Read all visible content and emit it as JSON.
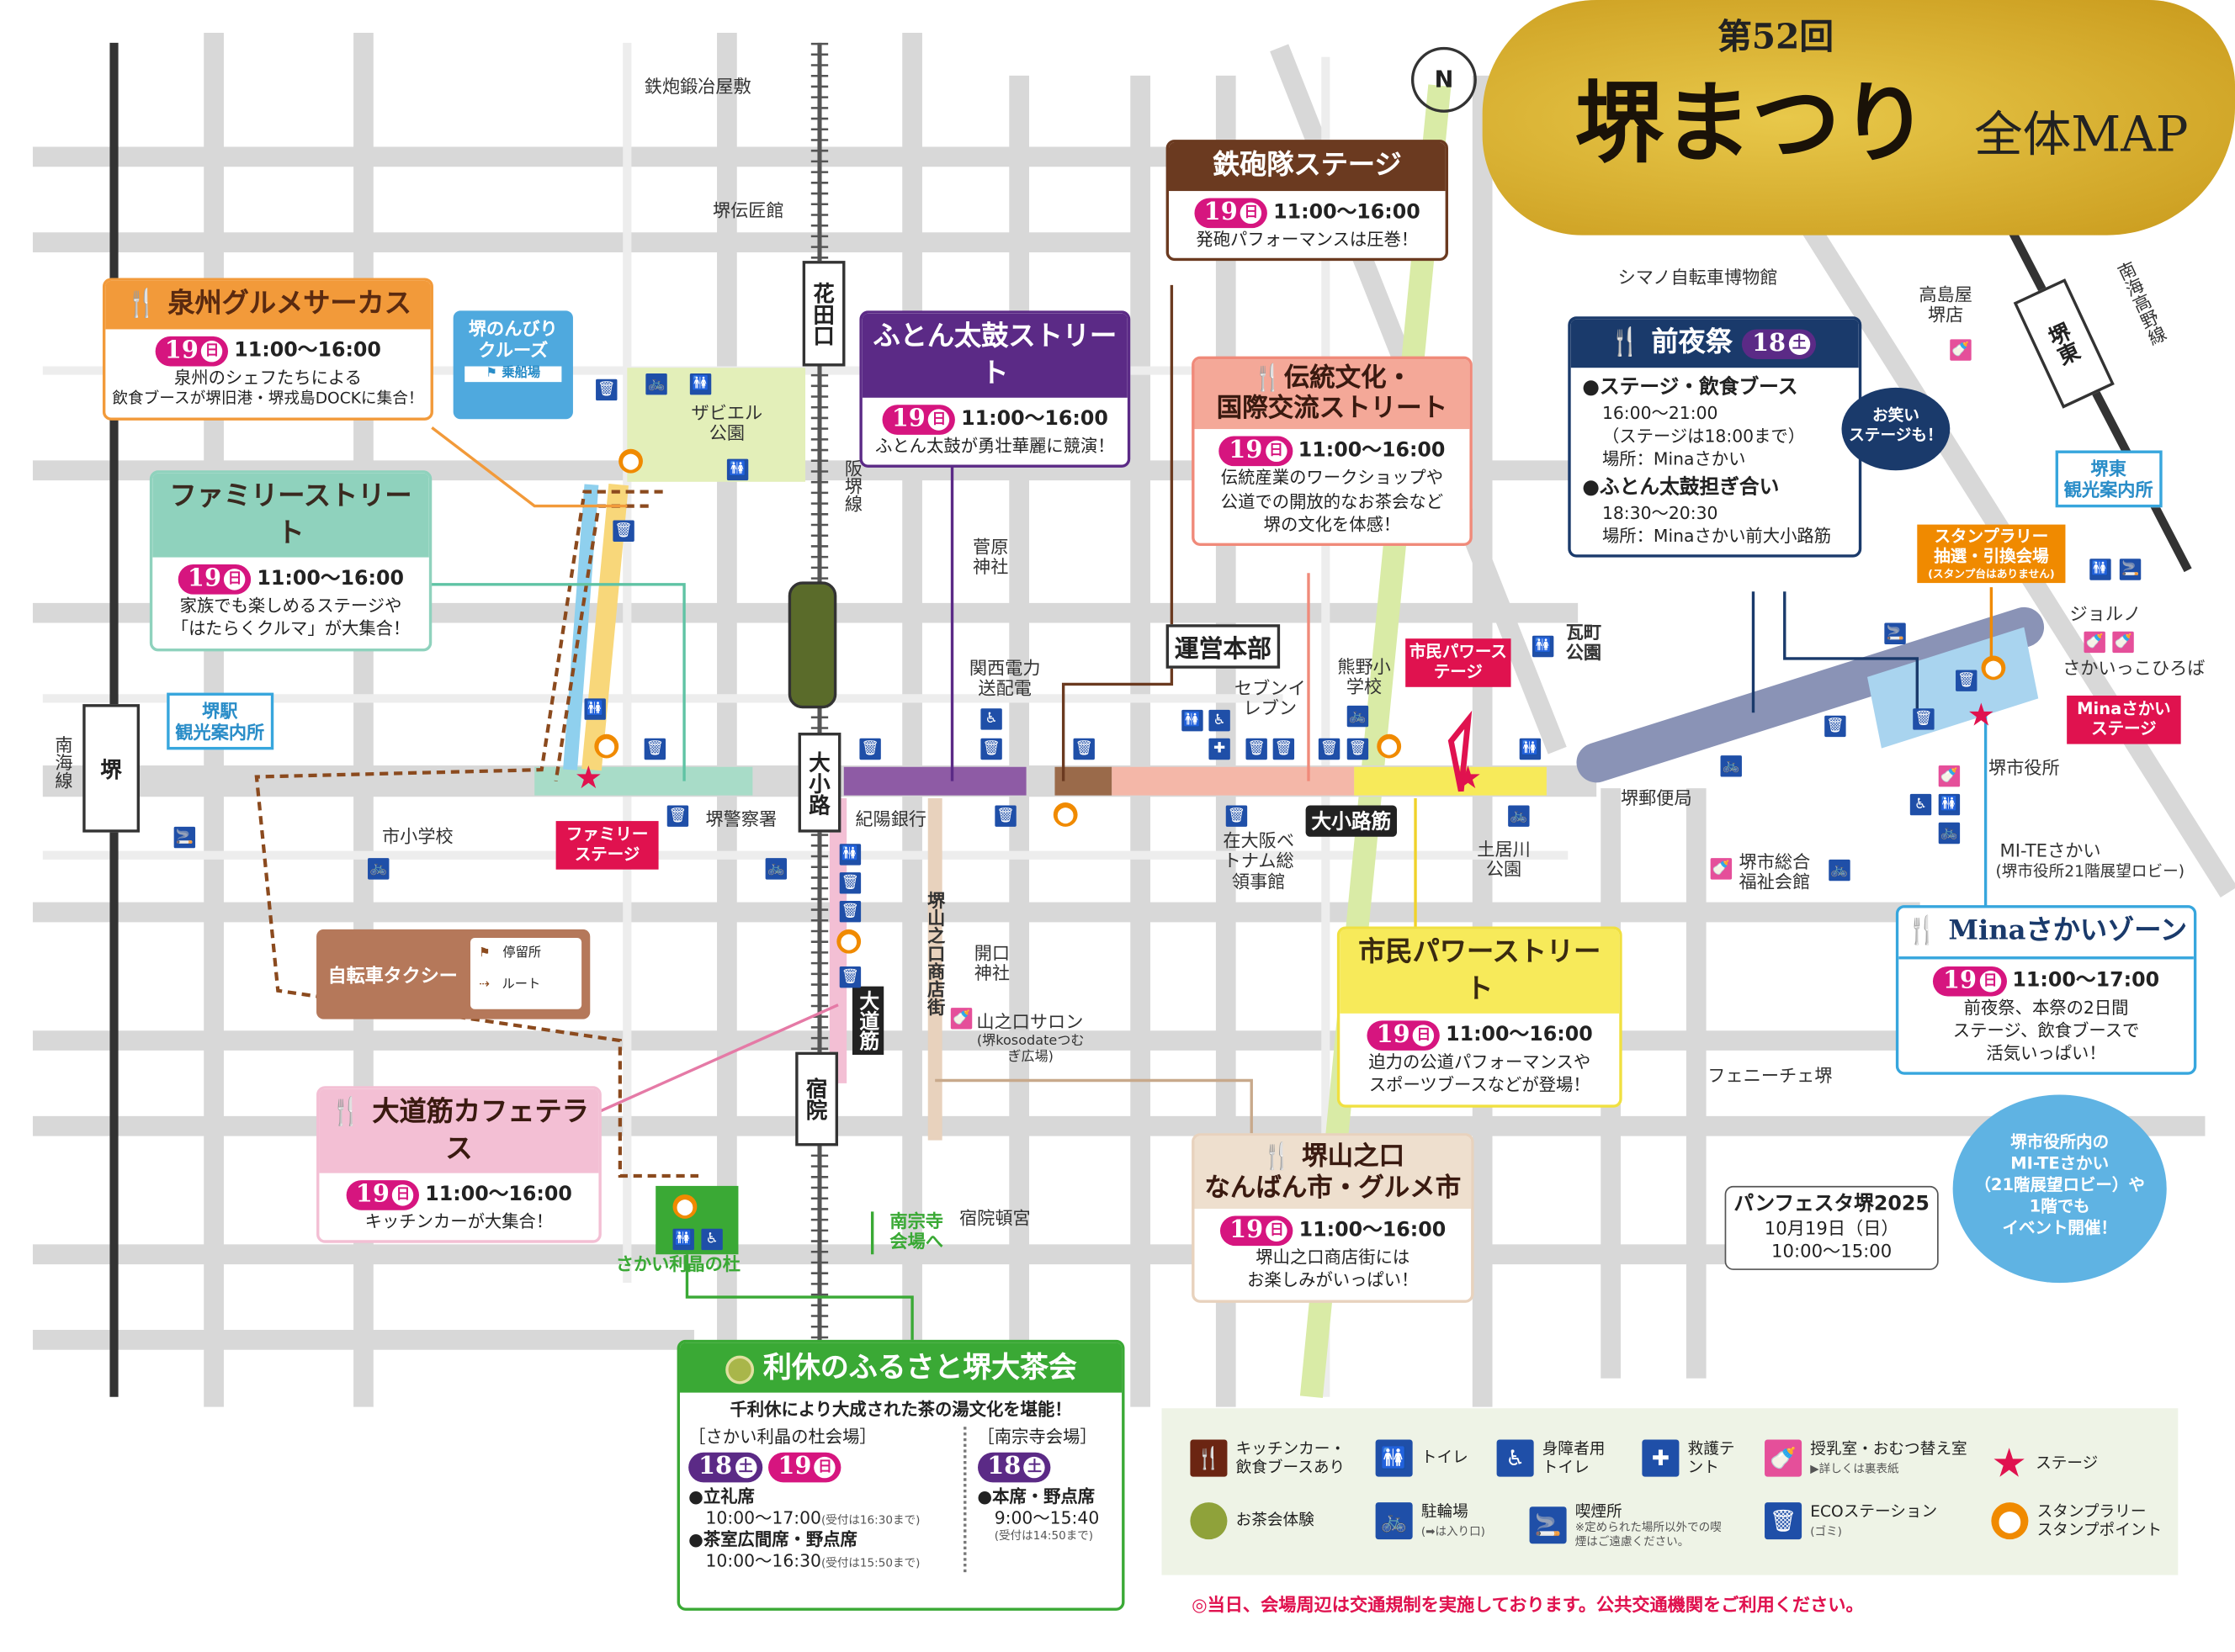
{
  "title": {
    "edition": "第52回",
    "main": "堺まつり",
    "sub": "全体MAP"
  },
  "compass": {
    "label": "N"
  },
  "events": {
    "teppo": {
      "title": "鉄砲隊ステージ",
      "date": "19",
      "day": "日",
      "time": "11:00〜16:00",
      "desc": "発砲パフォーマンスは圧巻！"
    },
    "senshu": {
      "title": "泉州グルメサーカス",
      "date": "19",
      "day": "日",
      "time": "11:00〜16:00",
      "desc1": "泉州のシェフたちによる",
      "desc2": "飲食ブースが堺旧港・堺戎島DOCKに集合！"
    },
    "cruise": {
      "title1": "堺のんびり",
      "title2": "クルーズ",
      "pier": "乗船場"
    },
    "family": {
      "title": "ファミリーストリート",
      "date": "19",
      "day": "日",
      "time": "11:00〜16:00",
      "desc1": "家族でも楽しめるステージや",
      "desc2": "「はたらくクルマ」が大集合！"
    },
    "futon": {
      "title": "ふとん太鼓ストリート",
      "date": "19",
      "day": "日",
      "time": "11:00〜16:00",
      "desc": "ふとん太鼓が勇壮華麗に競演！"
    },
    "dento": {
      "title1": "伝統文化・",
      "title2": "国際交流ストリート",
      "date": "19",
      "day": "日",
      "time": "11:00〜16:00",
      "desc1": "伝統産業のワークショップや",
      "desc2": "公道での開放的なお茶会など",
      "desc3": "堺の文化を体感！"
    },
    "zenya": {
      "title": "前夜祭",
      "date": "18",
      "day": "土",
      "item1": "●ステージ・飲食ブース",
      "time1": "16:00〜21:00",
      "note1": "（ステージは18:00まで）",
      "place1": "場所：Minaさかい",
      "item2": "●ふとん太鼓担ぎ合い",
      "time2": "18:30〜20:30",
      "place2": "場所：Minaさかい前大小路筋",
      "bubble1": "お笑い",
      "bubble2": "ステージも！"
    },
    "shimin": {
      "title": "市民パワーストリート",
      "date": "19",
      "day": "日",
      "time": "11:00〜16:00",
      "desc1": "迫力の公道パフォーマンスや",
      "desc2": "スポーツブースなどが登場！"
    },
    "mina": {
      "title": "Minaさかいゾーン",
      "date": "19",
      "day": "日",
      "time": "11:00〜17:00",
      "desc1": "前夜祭、本祭の2日間",
      "desc2": "ステージ、飲食ブースで",
      "desc3": "活気いっぱい！"
    },
    "mite_bubble": {
      "l1": "堺市役所内の",
      "l2": "MI-TEさかい",
      "l3": "（21階展望ロビー）や",
      "l4": "1階でも",
      "l5": "イベント開催！"
    },
    "daido": {
      "title": "大道筋カフェテラス",
      "date": "19",
      "day": "日",
      "time": "11:00〜16:00",
      "desc": "キッチンカーが大集合！"
    },
    "yamanokuchi": {
      "title1": "堺山之口",
      "title2": "なんばん市・グルメ市",
      "date": "19",
      "day": "日",
      "time": "11:00〜16:00",
      "desc1": "堺山之口商店街には",
      "desc2": "お楽しみがいっぱい！"
    },
    "panfesta": {
      "title": "パンフェスタ堺2025",
      "date": "10月19日（日）",
      "time": "10:00〜15:00"
    },
    "rikyu": {
      "title": "利休のふるさと堺大茶会",
      "desc": "千利休により大成された茶の湯文化を堪能！",
      "venue1": "［さかい利晶の杜会場］",
      "v1_date1": "18",
      "v1_day1": "土",
      "v1_date2": "19",
      "v1_day2": "日",
      "v1_item1": "●立礼席",
      "v1_time1": "10:00〜17:00",
      "v1_note1": "(受付は16:30まで)",
      "v1_item2": "●茶室広間席・野点席",
      "v1_time2": "10:00〜16:30",
      "v1_note2": "(受付は15:50まで)",
      "venue2": "［南宗寺会場］",
      "v2_date": "18",
      "v2_day": "土",
      "v2_item": "●本席・野点席",
      "v2_time": "9:00〜15:40",
      "v2_note": "(受付は14:50まで)"
    }
  },
  "stages": {
    "shimin": "市民パワーステージ",
    "mina": "Minaさかいステージ",
    "family": "ファミリーステージ"
  },
  "stamp_rally": {
    "l1": "スタンプラリー",
    "l2": "抽選・引換会場",
    "l3": "(スタンプ台はありません)"
  },
  "info": {
    "sakai": "堺駅観光案内所",
    "sakai_l1": "堺駅",
    "sakai_l2": "観光案内所",
    "higashi_l1": "堺東",
    "higashi_l2": "観光案内所"
  },
  "hq": "運営本部",
  "rickshaw": {
    "title": "自転車タクシー",
    "stop": "停留所",
    "route": "ルート"
  },
  "stations": {
    "sakai": "堺",
    "sakaihigashi": "堺東",
    "hanadaguchi": "花田口",
    "oshoji": "大小路",
    "shukuin": "宿院"
  },
  "lines": {
    "nankai": "南海線",
    "koya": "南海高野線",
    "hankai": "阪堺線"
  },
  "places": {
    "teppo_kaji": "鉄炮鍛冶屋敷",
    "denshokan": "堺伝匠館",
    "xavier": "ザビエル公園",
    "sugawara": "菅原神社",
    "kanden": "関西電力送配電",
    "seven": "セブンイレブン",
    "kumano": "熊野小学校",
    "kawaramachi": "瓦町公園",
    "kiyo": "紀陽銀行",
    "police": "堺警察署",
    "school": "市小学校",
    "vietnam": "在大阪ベトナム総領事館",
    "oshoji_suji": "大小路筋",
    "doigawa": "土居川公園",
    "post": "堺郵便局",
    "cityhall": "堺市役所",
    "mite": "MI-TEさかい",
    "mite_sub": "(堺市役所21階展望ロビー)",
    "fukushi": "堺市総合福祉会館",
    "giorno": "ジョルノ",
    "sakaikko": "さかいっこひろば",
    "takashimaya": "高島屋堺店",
    "shimano": "シマノ自転車博物館",
    "yamanokuchi_st": "堺山之口商店街",
    "aguchi": "開口神社",
    "salon": "山之口サロン",
    "salon_sub": "(堺kosodateつむぎ広場)",
    "daido_suji": "大道筋",
    "nanshuji": "南宗寺会場へ",
    "tongu": "宿院頓宮",
    "risho": "さかい利晶の杜",
    "fenice": "フェニーチェ堺"
  },
  "legend": [
    {
      "icon": "kitchen-icon",
      "label": "キッチンカー・飲食ブースあり"
    },
    {
      "icon": "toilet-icon",
      "label": "トイレ"
    },
    {
      "icon": "accessible-toilet-icon",
      "label": "身障者用トイレ"
    },
    {
      "icon": "first-aid-icon",
      "label": "救護テント"
    },
    {
      "icon": "nursing-room-icon",
      "label": "授乳室・おむつ替え室",
      "note": "▶詳しくは裏表紙"
    },
    {
      "icon": "stage-star-icon",
      "label": "ステージ"
    },
    {
      "icon": "tea-ceremony-icon",
      "label": "お茶会体験"
    },
    {
      "icon": "bicycle-parking-icon",
      "label": "駐輪場",
      "note": "(➡は入り口)"
    },
    {
      "icon": "smoking-area-icon",
      "label": "喫煙所",
      "note": "※定められた場所以外での喫煙はご遠慮ください。"
    },
    {
      "icon": "eco-station-icon",
      "label": "ECOステーション",
      "note": "(ゴミ)"
    },
    {
      "icon": "stamp-point-icon",
      "label": "スタンプラリー スタンプポイント"
    }
  ],
  "notice": "◎当日、会場周辺は交通規制を実施しております。公共交通機関をご利用ください。",
  "colors": {
    "date_sun": "#d6157f",
    "date_sat": "#5b2a86",
    "stage_red": "#e0124f",
    "road": "#d8d8d8",
    "icon_blue": "#1f4fa8"
  }
}
